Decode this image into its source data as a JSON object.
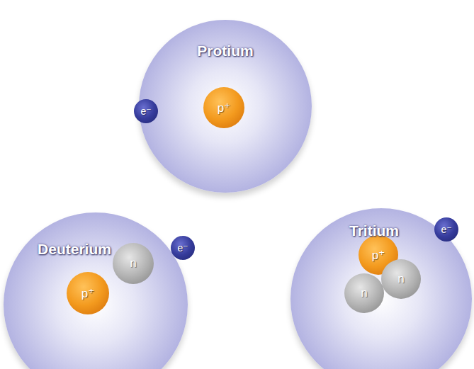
{
  "diagram": {
    "nodes": [
      {
        "text": [
          "Protium"
        ]
      },
      {
        "text": [
          "e⁻"
        ],
        "in": 0
      },
      {
        "text": [
          "p⁺"
        ],
        "in": 0
      },
      {
        "text": [
          "Deuterium"
        ]
      },
      {
        "text": [
          "n"
        ],
        "in": 3
      },
      {
        "text": [
          "p⁺"
        ],
        "in": 3
      },
      {
        "text": [
          "e⁻"
        ],
        "in": 3
      },
      {
        "text": [
          "Tritium"
        ]
      },
      {
        "text": [
          "e⁻"
        ],
        "in": 7
      },
      {
        "text": [
          "p⁺"
        ],
        "in": 7
      },
      {
        "text": [
          "n"
        ],
        "in": 7
      },
      {
        "text": [
          "n"
        ],
        "in": 7
      }
    ]
  }
}
